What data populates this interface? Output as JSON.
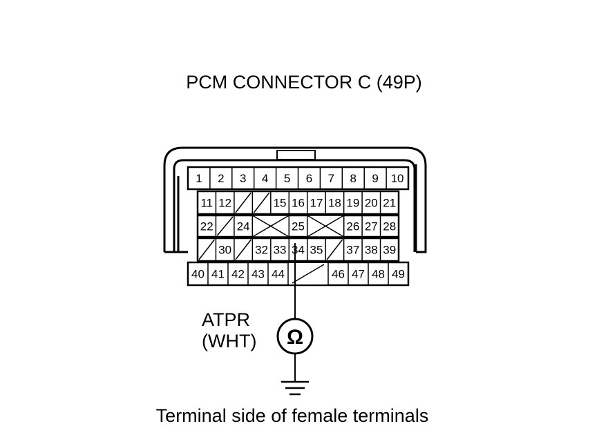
{
  "title": "PCM CONNECTOR C (49P)",
  "meter": {
    "label_line1": "ATPR",
    "label_line2": "(WHT)",
    "symbol": "Ω",
    "connected_pin": "34"
  },
  "caption": "Terminal side of female terminals",
  "rows": [
    [
      "1",
      "2",
      "3",
      "4",
      "5",
      "6",
      "7",
      "8",
      "9",
      "10"
    ],
    [
      "11",
      "12",
      "",
      "",
      "15",
      "16",
      "17",
      "18",
      "19",
      "20",
      "21"
    ],
    [
      "22",
      "",
      "24",
      "",
      "",
      "25",
      "",
      "",
      "26",
      "27",
      "28"
    ],
    [
      "",
      "30",
      "",
      "32",
      "33",
      "34",
      "35",
      "",
      "37",
      "38",
      "39"
    ],
    [
      "40",
      "41",
      "42",
      "43",
      "44",
      "",
      "",
      "46",
      "47",
      "48",
      "49"
    ]
  ],
  "cavity_marks": {
    "slash": [
      "r1c2",
      "r1c3",
      "r2c1",
      "r3c0",
      "r3c2",
      "r3c7",
      "r4c5"
    ],
    "cross": [
      "r2c3-4",
      "r2c6-7"
    ]
  }
}
